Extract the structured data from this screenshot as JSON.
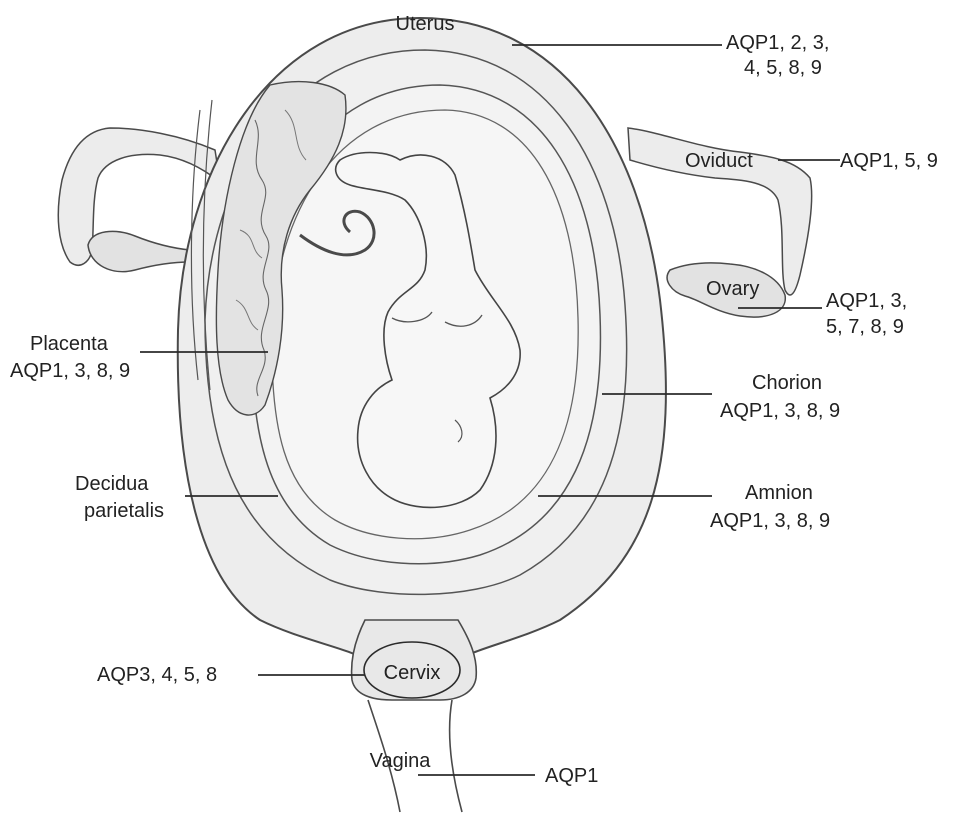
{
  "colors": {
    "ink": "#4a4a4a",
    "tissue": "#ededed",
    "cavity": "#f4f4f4",
    "leader": "#2b2b2b"
  },
  "labels": {
    "uterus": "Uterus",
    "uterus_aqp_1": "AQP1, 2, 3,",
    "uterus_aqp_2": "4, 5, 8, 9",
    "oviduct": "Oviduct",
    "oviduct_aqp": "AQP1, 5, 9",
    "ovary": "Ovary",
    "ovary_aqp_1": "AQP1, 3,",
    "ovary_aqp_2": "5, 7, 8, 9",
    "placenta": "Placenta",
    "placenta_aqp": "AQP1, 3, 8, 9",
    "chorion": "Chorion",
    "chorion_aqp": "AQP1, 3, 8, 9",
    "decidua_1": "Decidua",
    "decidua_2": "parietalis",
    "amnion": "Amnion",
    "amnion_aqp": "AQP1, 3, 8, 9",
    "cervix": "Cervix",
    "cervix_aqp": "AQP3, 4, 5, 8",
    "vagina": "Vagina",
    "vagina_aqp": "AQP1"
  }
}
